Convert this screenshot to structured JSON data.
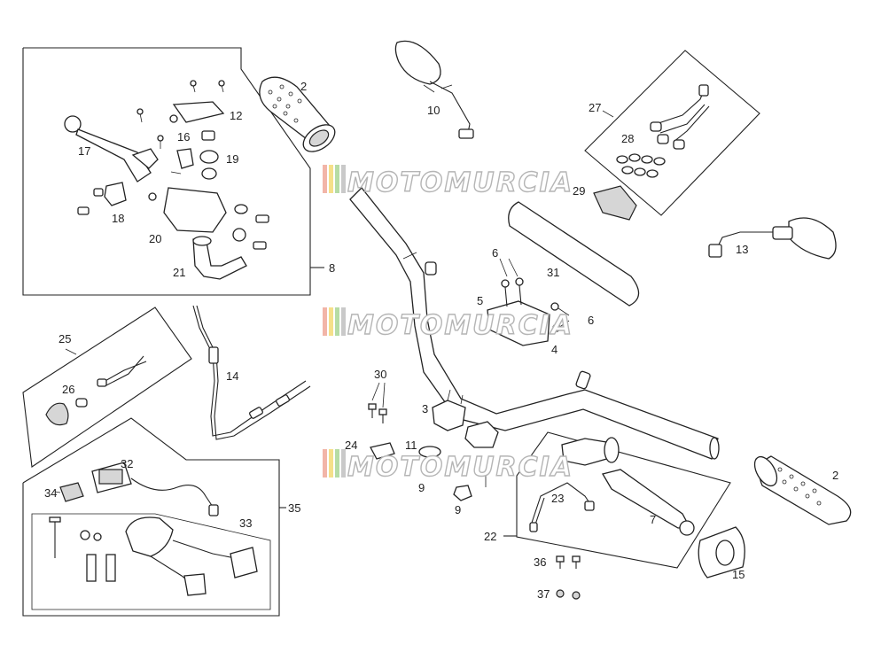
{
  "watermark": "MOTOMURCIA",
  "labels": {
    "l2a": "2",
    "l2b": "2",
    "l3": "3",
    "l4": "4",
    "l5": "5",
    "l6a": "6",
    "l6b": "6",
    "l7": "7",
    "l8": "8",
    "l9a": "9",
    "l9b": "9",
    "l10": "10",
    "l11": "11",
    "l12": "12",
    "l13": "13",
    "l14": "14",
    "l15": "15",
    "l16": "16",
    "l17": "17",
    "l18": "18",
    "l19": "19",
    "l20": "20",
    "l21": "21",
    "l22": "22",
    "l23": "23",
    "l24": "24",
    "l25": "25",
    "l26": "26",
    "l27": "27",
    "l28": "28",
    "l29": "29",
    "l30": "30",
    "l31": "31",
    "l32": "32",
    "l33": "33",
    "l34": "34",
    "l35": "35",
    "l36": "36",
    "l37": "37"
  },
  "colors": {
    "watermark_bars": [
      "#f2b5a8",
      "#f5e08a",
      "#b6dca5",
      "#c9c9c9"
    ]
  }
}
